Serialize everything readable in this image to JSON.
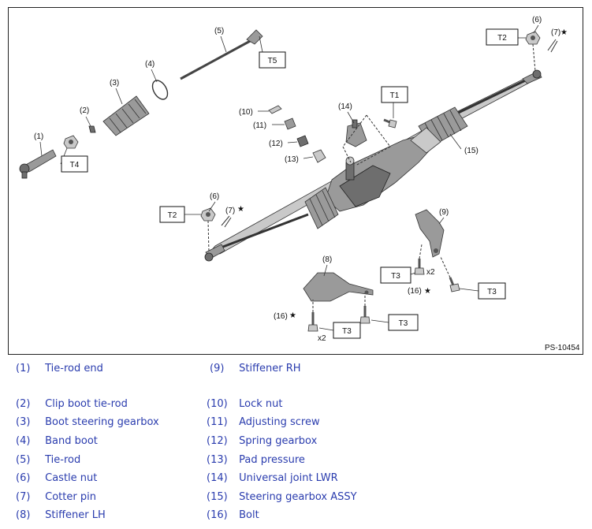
{
  "figure": {
    "doc_code": "PS-10454",
    "callouts": {
      "c1": "(1)",
      "c2": "(2)",
      "c3": "(3)",
      "c4": "(4)",
      "c5": "(5)",
      "c6a": "(6)",
      "c6b": "(6)",
      "c7a": "(7)",
      "c7b": "(7)",
      "c8": "(8)",
      "c9": "(9)",
      "c10": "(10)",
      "c11": "(11)",
      "c12": "(12)",
      "c13": "(13)",
      "c14": "(14)",
      "c15": "(15)",
      "c16a": "(16)",
      "c16b": "(16)"
    },
    "star": "★",
    "qty": {
      "a": "x2",
      "b": "x2"
    },
    "torque": {
      "t1": "T1",
      "t2a": "T2",
      "t2b": "T2",
      "t3a": "T3",
      "t3b": "T3",
      "t3c": "T3",
      "t3d": "T3",
      "t4": "T4",
      "t5": "T5"
    }
  },
  "legend": {
    "items": [
      {
        "num": "(1)",
        "name": "Tie-rod end"
      },
      {
        "num": "(2)",
        "name": "Clip boot tie-rod"
      },
      {
        "num": "(3)",
        "name": "Boot steering gearbox"
      },
      {
        "num": "(4)",
        "name": "Band boot"
      },
      {
        "num": "(5)",
        "name": "Tie-rod"
      },
      {
        "num": "(6)",
        "name": "Castle nut"
      },
      {
        "num": "(7)",
        "name": "Cotter pin"
      },
      {
        "num": "(8)",
        "name": "Stiffener LH"
      },
      {
        "num": "(9)",
        "name": "Stiffener RH"
      },
      {
        "num": "(10)",
        "name": "Lock nut"
      },
      {
        "num": "(11)",
        "name": "Adjusting screw"
      },
      {
        "num": "(12)",
        "name": "Spring gearbox"
      },
      {
        "num": "(13)",
        "name": "Pad pressure"
      },
      {
        "num": "(14)",
        "name": "Universal joint LWR"
      },
      {
        "num": "(15)",
        "name": "Steering gearbox ASSY"
      },
      {
        "num": "(16)",
        "name": "Bolt"
      }
    ]
  }
}
